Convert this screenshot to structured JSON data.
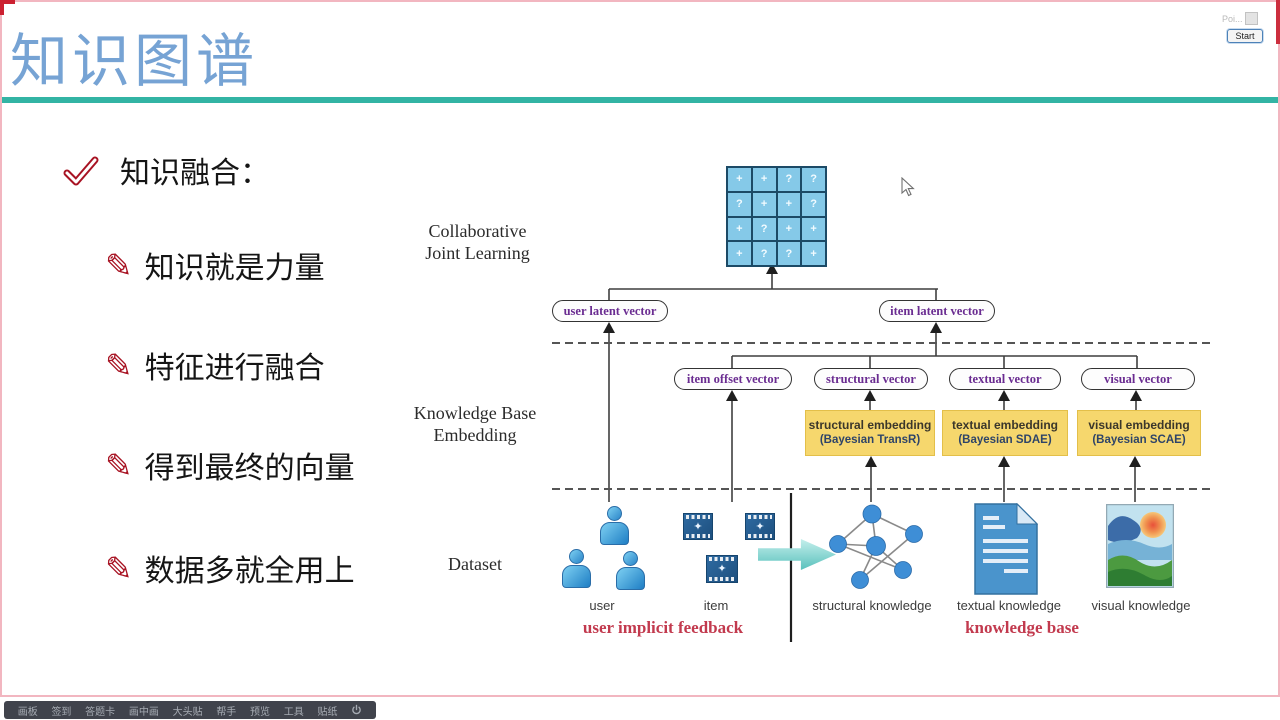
{
  "header": {
    "title": "知识图谱"
  },
  "pointofix": {
    "title": "Poi...",
    "start": "Start"
  },
  "bullets": {
    "heading": "知识融合：",
    "items": [
      "知识就是力量",
      "特征进行融合",
      "得到最终的向量",
      "数据多就全用上"
    ]
  },
  "icons": {
    "pencil": "✎",
    "film_star": "✦"
  },
  "diagram": {
    "stage_labels": {
      "collab_1": "Collaborative",
      "collab_2": "Joint Learning",
      "kbe_1": "Knowledge Base",
      "kbe_2": "Embedding",
      "dataset": "Dataset"
    },
    "matrix": {
      "rows": [
        [
          "+",
          "+",
          "?",
          "?"
        ],
        [
          "?",
          "+",
          "+",
          "?"
        ],
        [
          "+",
          "?",
          "+",
          "+"
        ],
        [
          "+",
          "?",
          "?",
          "+"
        ]
      ]
    },
    "pills": {
      "user_latent": "user latent vector",
      "item_latent": "item latent vector",
      "item_offset": "item offset vector",
      "structural": "structural vector",
      "textual": "textual vector",
      "visual": "visual vector"
    },
    "embeddings": [
      {
        "line1": "structural embedding",
        "line2": "(Bayesian TransR)"
      },
      {
        "line1": "textual embedding",
        "line2": "(Bayesian SDAE)"
      },
      {
        "line1": "visual embedding",
        "line2": "(Bayesian SCAE)"
      }
    ],
    "dataset_labels": [
      "user",
      "item",
      "structural knowledge",
      "textual knowledge",
      "visual knowledge"
    ],
    "red_labels": {
      "feedback": "user implicit feedback",
      "kb": "knowledge base"
    }
  },
  "toolbar": {
    "items": [
      "画板",
      "签到",
      "答题卡",
      "画中画",
      "大头贴",
      "帮手",
      "预览",
      "工具",
      "贴纸"
    ]
  },
  "colors": {
    "accent_teal": "#32b4a4",
    "title_blue": "#76a3d4",
    "bullet_red": "#a81323",
    "pill_purple": "#6a2c91",
    "embed_yellow": "#f6d76d",
    "diagram_red": "#c23a4e",
    "frame_pink": "#f2b6c0",
    "matrix_blue": "#85c9e8"
  }
}
